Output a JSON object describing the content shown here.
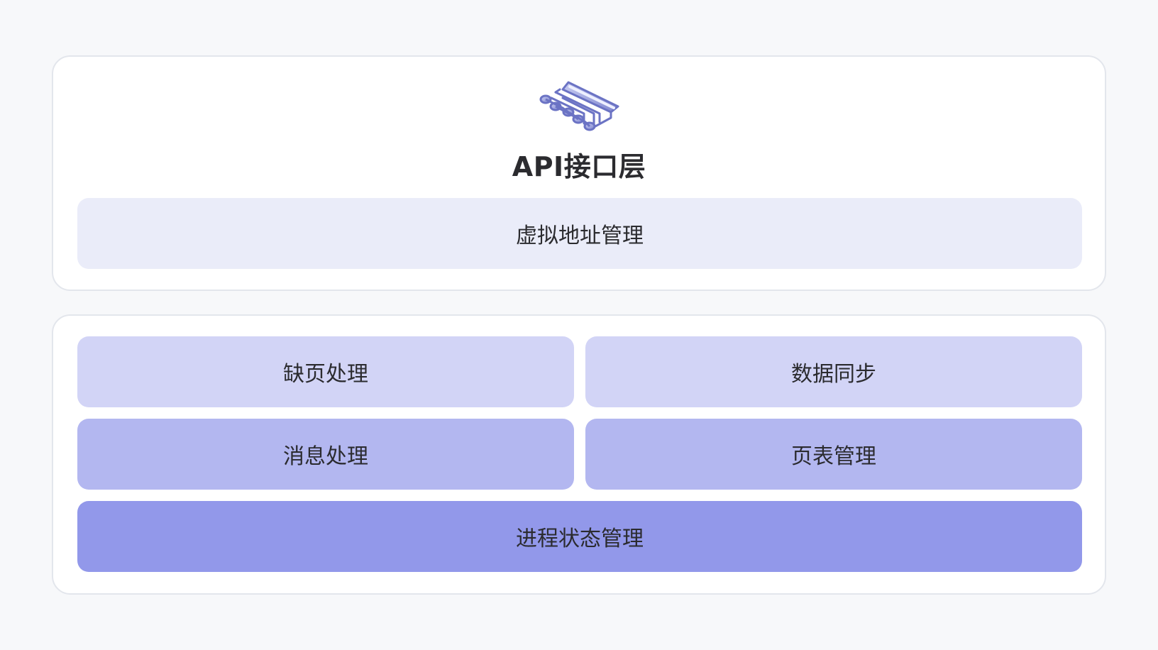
{
  "top_layer": {
    "icon": "circuit-board-icon",
    "title": "API接口层",
    "virtual_address": "虚拟地址管理"
  },
  "core_layer": {
    "page_fault": "缺页处理",
    "data_sync": "数据同步",
    "message": "消息处理",
    "page_table": "页表管理",
    "process_state": "进程状态管理"
  },
  "colors": {
    "background": "#f7f8fa",
    "card": "#ffffff",
    "light": "#eaecf9",
    "tier1": "#d2d4f6",
    "tier2": "#b3b7f0",
    "tier3": "#9298ea",
    "icon": "#8c93d8"
  }
}
